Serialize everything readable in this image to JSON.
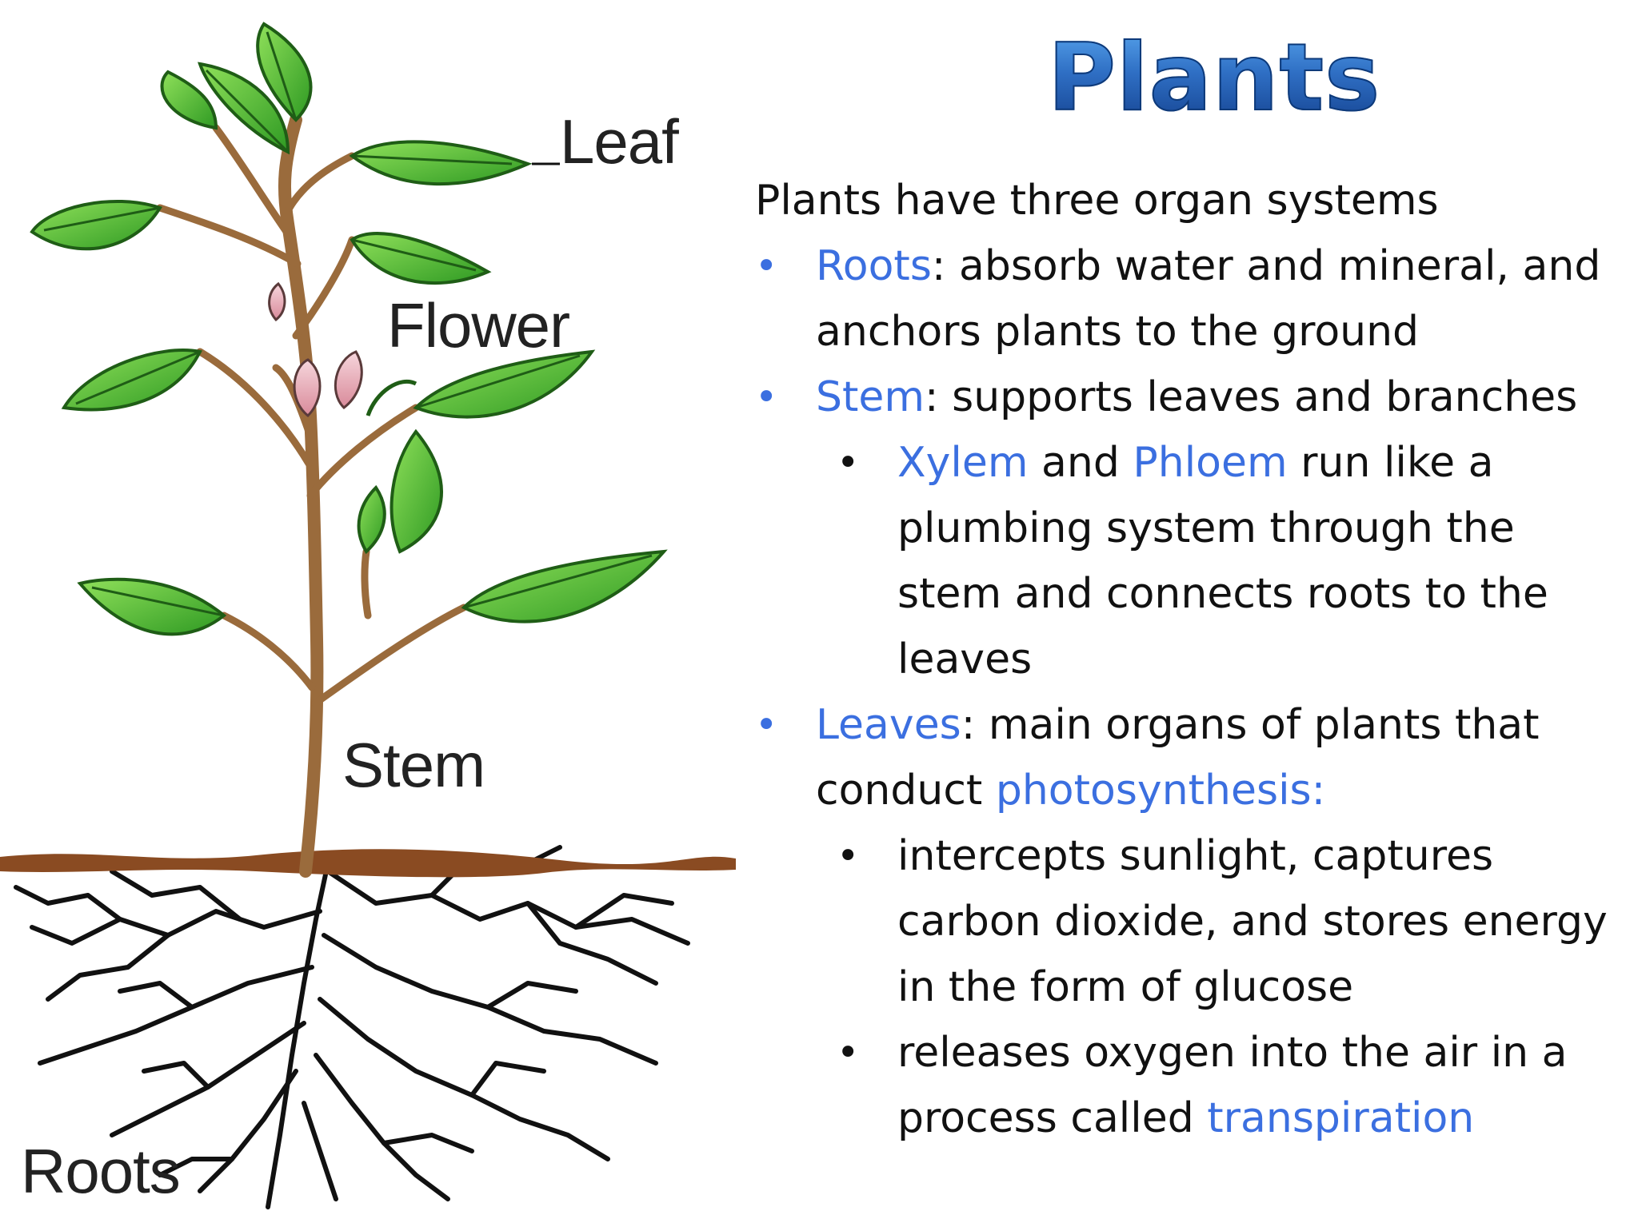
{
  "title": "Plants",
  "figure": {
    "labels": {
      "leaf": "Leaf",
      "flower": "Flower",
      "stem": "Stem",
      "roots": "Roots"
    }
  },
  "content": {
    "intro": "Plants have three organ systems",
    "roots": {
      "term": "Roots",
      "text": ": absorb water and mineral, and anchors plants to the ground"
    },
    "stem": {
      "term": "Stem",
      "text": ": supports leaves and branches",
      "sub": {
        "term1": "Xylem",
        "and": " and ",
        "term2": "Phloem",
        "text": " run like a plumbing system through the stem and connects roots to the leaves"
      }
    },
    "leaves": {
      "term": "Leaves",
      "text": ": main organs of plants that conduct ",
      "term2": "photosynthesis:",
      "sub1": "intercepts sunlight, captures carbon dioxide, and stores energy in the form of glucose",
      "sub2_text": "releases oxygen into the air in a process called ",
      "sub2_term": "transpiration"
    },
    "bullet_glyph": "•"
  },
  "colors": {
    "accent_blue": "#3b6fe0",
    "leaf_green": "#5cc43a",
    "stem_brown": "#9a6b3c",
    "soil_brown": "#8a4b22",
    "flower_pink": "#e8a8b4"
  }
}
